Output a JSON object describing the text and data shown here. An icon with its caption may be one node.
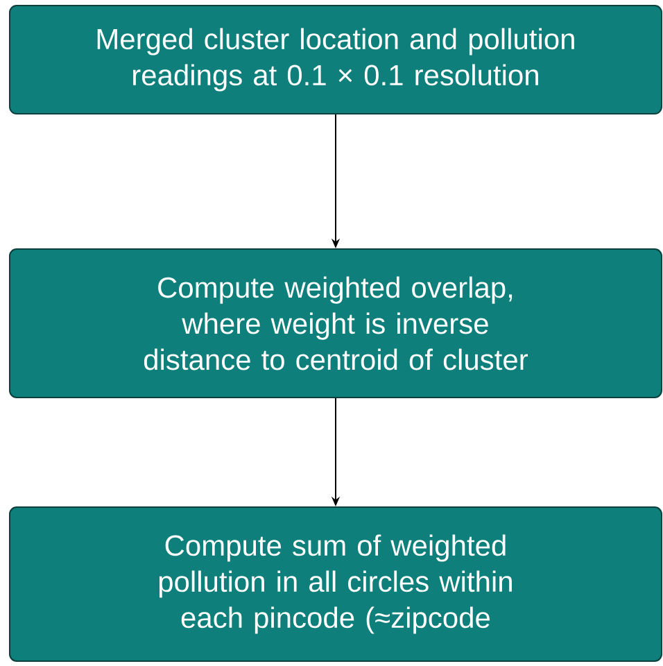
{
  "diagram": {
    "nodes": [
      {
        "text": [
          "Merged cluster location and pollution readings at 0.1 × 0.1 resolution"
        ]
      },
      {
        "text": [
          "Compute weighted overlap, where weight is inverse distance to centroid of cluster"
        ]
      },
      {
        "text": [
          "Compute sum of weighted pollution in all circles within each pincode (≈zipcode"
        ]
      }
    ],
    "edges": [
      {
        "from": 0,
        "to": 1,
        "arrow": "to"
      },
      {
        "from": 1,
        "to": 2,
        "arrow": "to"
      }
    ]
  }
}
